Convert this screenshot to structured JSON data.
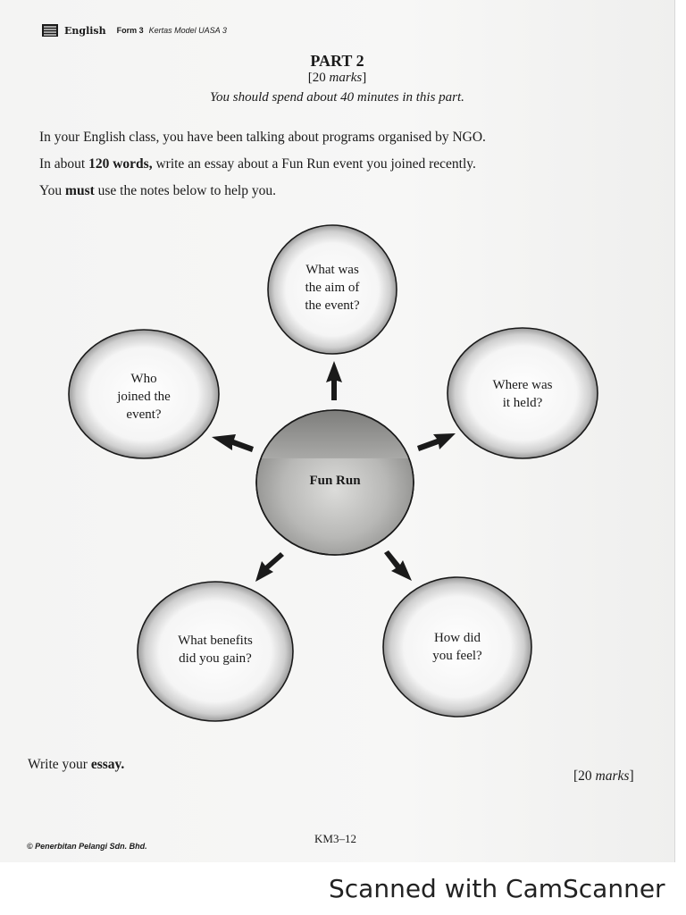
{
  "header": {
    "subject": "English",
    "form": "Form 3",
    "paper": "Kertas Model UASA 3",
    "icon": "book-icon"
  },
  "part": {
    "title": "PART 2",
    "marks_prefix": "[20 ",
    "marks_word": "marks",
    "marks_suffix": "]",
    "spend": "You should spend about 40 minutes in this part."
  },
  "instructions": {
    "line1": "In your English class, you have been talking about programs organised by NGO.",
    "line2_pre": "In about ",
    "line2_bold": "120 words,",
    "line2_post": " write an essay about a Fun Run event you joined recently.",
    "line3_pre": "You ",
    "line3_bold": "must",
    "line3_post": " use the notes below to help you."
  },
  "mindmap": {
    "center": "Fun Run",
    "bubbles": [
      {
        "id": "aim",
        "lines": [
          "What was",
          "the aim of",
          "the event?"
        ]
      },
      {
        "id": "where",
        "lines": [
          "Where was",
          "it held?"
        ]
      },
      {
        "id": "who",
        "lines": [
          "Who",
          "joined the",
          "event?"
        ]
      },
      {
        "id": "benefits",
        "lines": [
          "What benefits",
          "did you gain?"
        ]
      },
      {
        "id": "feel",
        "lines": [
          "How did",
          "you feel?"
        ]
      }
    ]
  },
  "footer": {
    "write_pre": "Write your ",
    "write_bold": "essay.",
    "marks_prefix": "[20 ",
    "marks_word": "marks",
    "marks_suffix": "]",
    "publisher": "© Penerbitan Pelangi Sdn. Bhd.",
    "page_code": "KM3–12"
  },
  "watermark": "Scanned with CamScanner"
}
